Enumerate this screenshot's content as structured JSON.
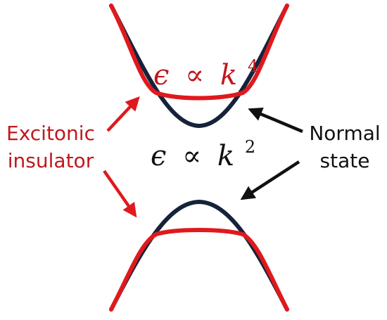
{
  "labels": {
    "excitonic_line1": "Excitonic",
    "excitonic_line2": "insulator",
    "normal_line1": "Normal",
    "normal_line2": "state",
    "quartic_eps": "ϵ",
    "quartic_prop": "∝",
    "quartic_k": "k",
    "quartic_exp": "4",
    "quadratic_eps": "ϵ",
    "quadratic_prop": "∝",
    "quadratic_k": "k",
    "quadratic_exp": "2"
  },
  "colors": {
    "excitonic": "#e0191d",
    "excitonic_text": "#c0181d",
    "normal": "#15233a",
    "text": "#111111"
  }
}
